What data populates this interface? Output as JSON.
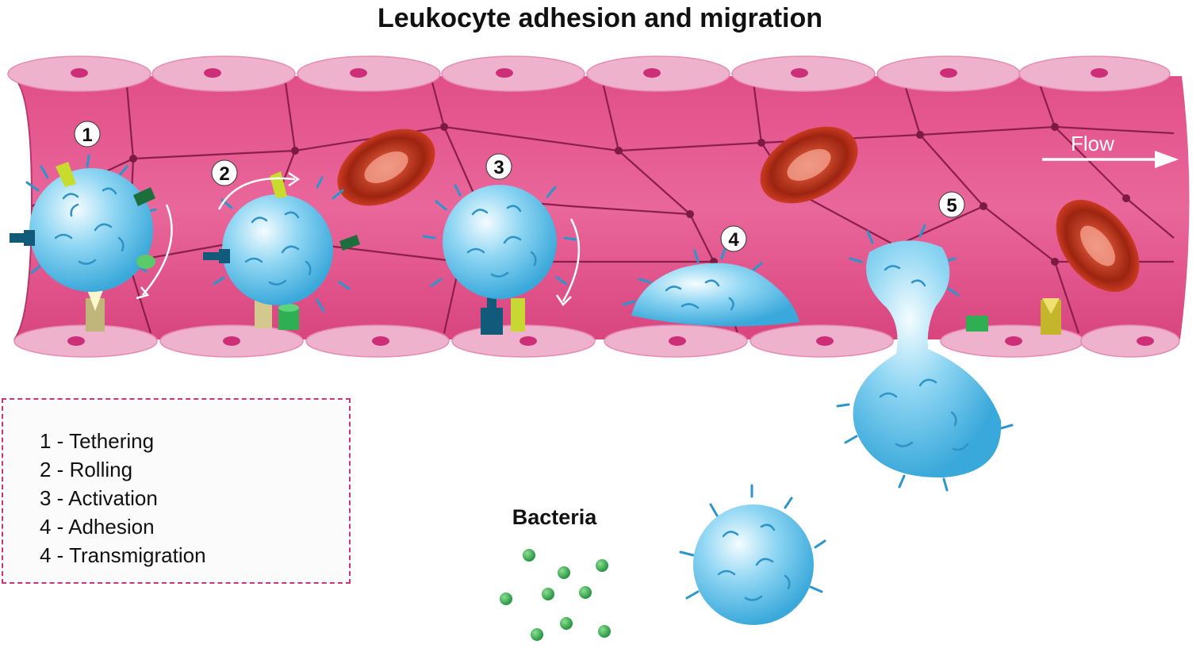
{
  "title": "Leukocyte adhesion and migration",
  "flow_label": "Flow",
  "bacteria_label": "Bacteria",
  "step_markers": [
    "1",
    "2",
    "3",
    "4",
    "5"
  ],
  "legend": {
    "items": [
      "1 - Tethering",
      "2 - Rolling",
      "3 - Activation",
      "4 - Adhesion",
      "4 - Transmigration"
    ]
  },
  "colors": {
    "vessel_wall": "#e4578e",
    "endothelial_cap": "#efb2cd",
    "nucleus": "#cc2f78",
    "leukocyte": "#5cc0ea",
    "red_blood_cell": "#d9371d",
    "bacteria": "#2aa44a",
    "legend_border": "#c8367a"
  }
}
